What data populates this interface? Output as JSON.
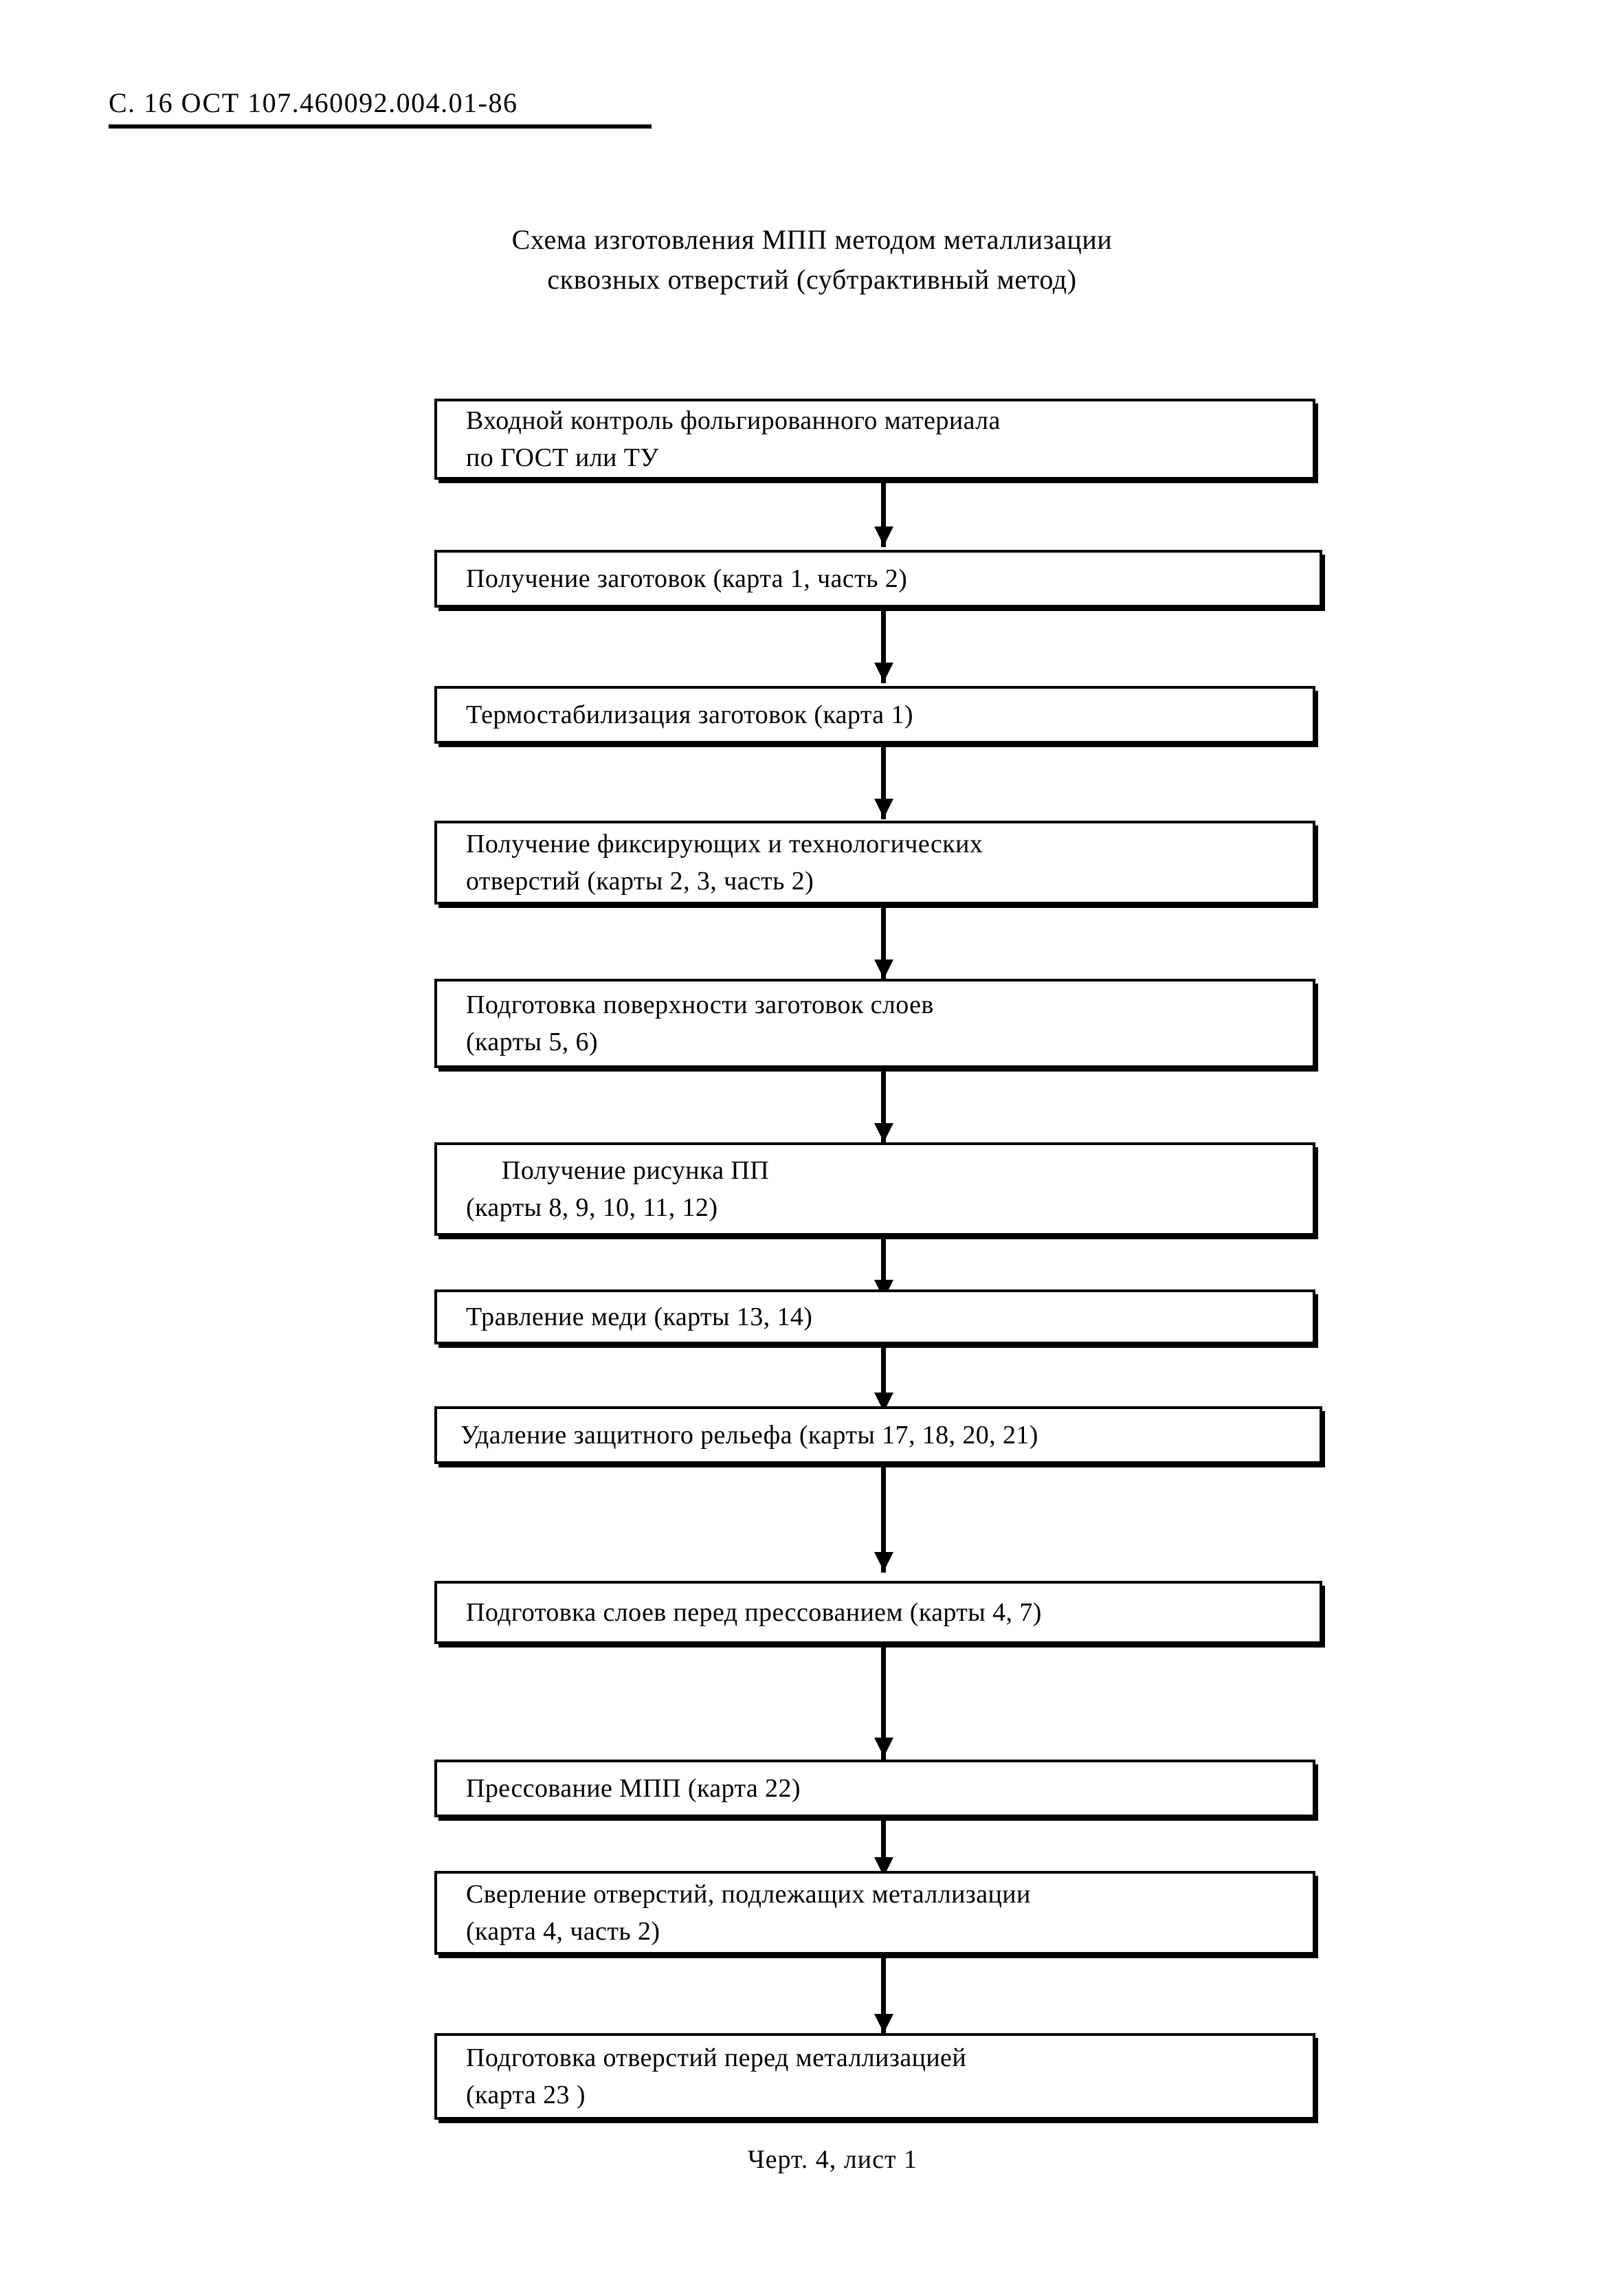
{
  "page": {
    "header": "С. 16 ОСТ 107.460092.004.01-86"
  },
  "diagram": {
    "title_line1": "Схема изготовления МПП методом металлизации",
    "title_line2": "сквозных отверстий (субтрактивный   метод)",
    "caption": "Черт. 4, лист 1",
    "type": "flowchart",
    "orientation": "vertical-top-to-bottom",
    "connector_style": "down-arrow",
    "ink_color": "#000000",
    "paper_color": "#ffffff",
    "nodes": [
      {
        "id": 1,
        "line1": "Входной контроль фольгированного материала",
        "line2": "по ГОСТ или ТУ"
      },
      {
        "id": 2,
        "line1": "Получение заготовок (карта 1, часть 2)",
        "line2": ""
      },
      {
        "id": 3,
        "line1": "Термостабилизация заготовок (карта 1)",
        "line2": ""
      },
      {
        "id": 4,
        "line1": "Получение фиксирующих и технологических",
        "line2": "отверстий (карты 2, 3, часть 2)"
      },
      {
        "id": 5,
        "line1": "Подготовка поверхности заготовок слоев",
        "line2": "(карты  5, 6)"
      },
      {
        "id": 6,
        "line1": "Получение рисунка ПП",
        "line2": "(карты 8, 9, 10, 11, 12)"
      },
      {
        "id": 7,
        "line1": "Травление меди (карты 13, 14)",
        "line2": ""
      },
      {
        "id": 8,
        "line1": "Удаление защитного рельефа (карты  17, 18, 20, 21)",
        "line2": ""
      },
      {
        "id": 9,
        "line1": "Подготовка слоев перед прессованием (карты 4, 7)",
        "line2": ""
      },
      {
        "id": 10,
        "line1": "Прессование МПП (карта 22)",
        "line2": ""
      },
      {
        "id": 11,
        "line1": "Сверление отверстий, подлежащих металлизации",
        "line2": "(карта 4, часть 2)"
      },
      {
        "id": 12,
        "line1": "Подготовка отверстий перед металлизацией",
        "line2": "(карта 23 )"
      }
    ]
  }
}
